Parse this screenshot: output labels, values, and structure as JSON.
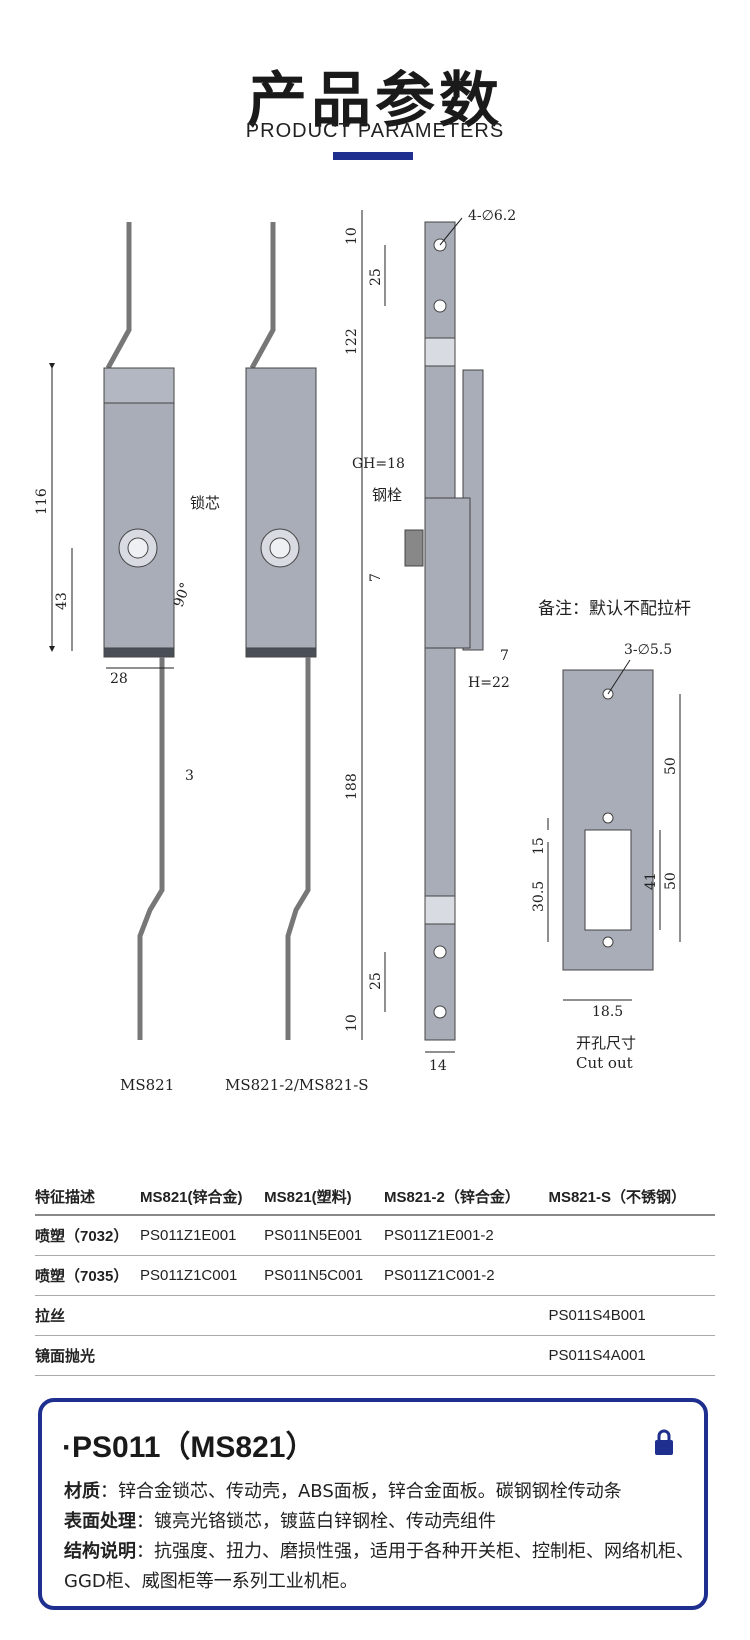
{
  "header": {
    "title_cn": "产品参数",
    "title_en": "PRODUCT PARAMETERS"
  },
  "drawing": {
    "dims": [
      "116",
      "43",
      "28",
      "90°",
      "3",
      "10",
      "25",
      "122",
      "GH=18",
      "7",
      "188",
      "25",
      "10",
      "14",
      "7",
      "H=22",
      "4-∅6.2",
      "3-∅5.5",
      "50",
      "15",
      "41",
      "50",
      "30.5",
      "18.5"
    ],
    "label_lock_core": "锁芯",
    "label_steel_bolt": "钢栓",
    "model_left": "MS821",
    "model_right": "MS821-2/MS821-S",
    "cutout_cn": "开孔尺寸",
    "cutout_en": "Cut out"
  },
  "note": "备注：默认不配拉杆",
  "table": {
    "headers": [
      "特征描述",
      "MS821(锌合金)",
      "MS821(塑料)",
      "MS821-2（锌合金）",
      "MS821-S（不锈钢）"
    ],
    "rows": [
      [
        "喷塑（7032）",
        "PS011Z1E001",
        "PS011N5E001",
        "PS011Z1E001-2",
        ""
      ],
      [
        "喷塑（7035）",
        "PS011Z1C001",
        "PS011N5C001",
        "PS011Z1C001-2",
        ""
      ],
      [
        "拉丝",
        "",
        "",
        "",
        "PS011S4B001"
      ],
      [
        "镜面抛光",
        "",
        "",
        "",
        "PS011S4A001"
      ]
    ]
  },
  "info": {
    "title": "·PS011（MS821）",
    "lines": [
      {
        "key": "材质",
        "value": "：锌合金锁芯、传动壳，ABS面板，锌合金面板。碳钢钢栓传动条"
      },
      {
        "key": "表面处理",
        "value": "：镀亮光铬锁芯，镀蓝白锌钢栓、传动壳组件"
      },
      {
        "key": "结构说明",
        "value": "：抗强度、扭力、磨损性强，适用于各种开关柜、控制柜、网络机柜、GGD柜、威图柜等一系列工业机柜。"
      }
    ]
  },
  "colors": {
    "accent": "#1f2f8f",
    "part_fill": "#a8adb8",
    "part_dark": "#4a4f57"
  }
}
